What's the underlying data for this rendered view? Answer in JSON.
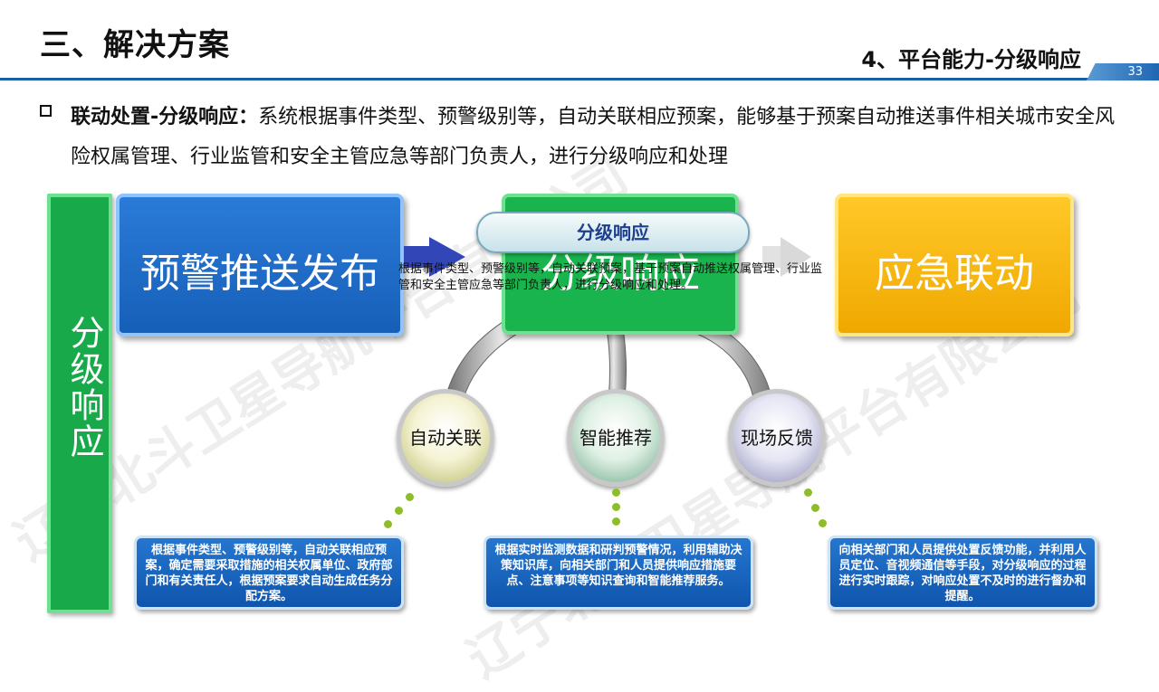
{
  "header": {
    "title": "三、解决方案",
    "subtitle": "4、平台能力-分级响应",
    "page_number": "33"
  },
  "intro": {
    "lead": "联动处置-分级响应：",
    "text": "系统根据事件类型、预警级别等，自动关联相应预案，能够基于预案自动推送事件相关城市安全风险权属管理、行业监管和安全主管应急等部门负责人，进行分级响应和处理"
  },
  "side_label": "分级响应",
  "flow": {
    "warn_push": "预警推送发布",
    "center": "分级响应",
    "pill": "分级响应",
    "emergency": "应急联动",
    "overlay": "根据事件类型、预警级别等，自动关联预案，基于预案自动推送权属管理、行业监管和安全主管应急等部门负责人，进行分级响应和处理。"
  },
  "balls": [
    {
      "label": "自动关联"
    },
    {
      "label": "智能推荐"
    },
    {
      "label": "现场反馈"
    }
  ],
  "cards": [
    {
      "text": "根据事件类型、预警级别等，自动关联相应预案，确定需要采取措施的相关权属单位、政府部门和有关责任人，根据预案要求自动生成任务分配方案。"
    },
    {
      "text": "根据实时监测数据和研判预警情况，利用辅助决策知识库，向相关部门和人员提供响应措施要点、注意事项等知识查询和智能推荐服务。"
    },
    {
      "text": "向相关部门和人员提供处置反馈功能，并利用人员定位、音视频通信等手段，对分级响应的过程进行实时跟踪，对响应处置不及时的进行督办和提醒。"
    }
  ],
  "watermark": "辽宁北斗卫星导航平台有限公司",
  "colors": {
    "accent_blue": "#1a5ea8",
    "green": "#19b44d",
    "yellow": "#f0a800",
    "card_blue": "#0f55ad"
  }
}
